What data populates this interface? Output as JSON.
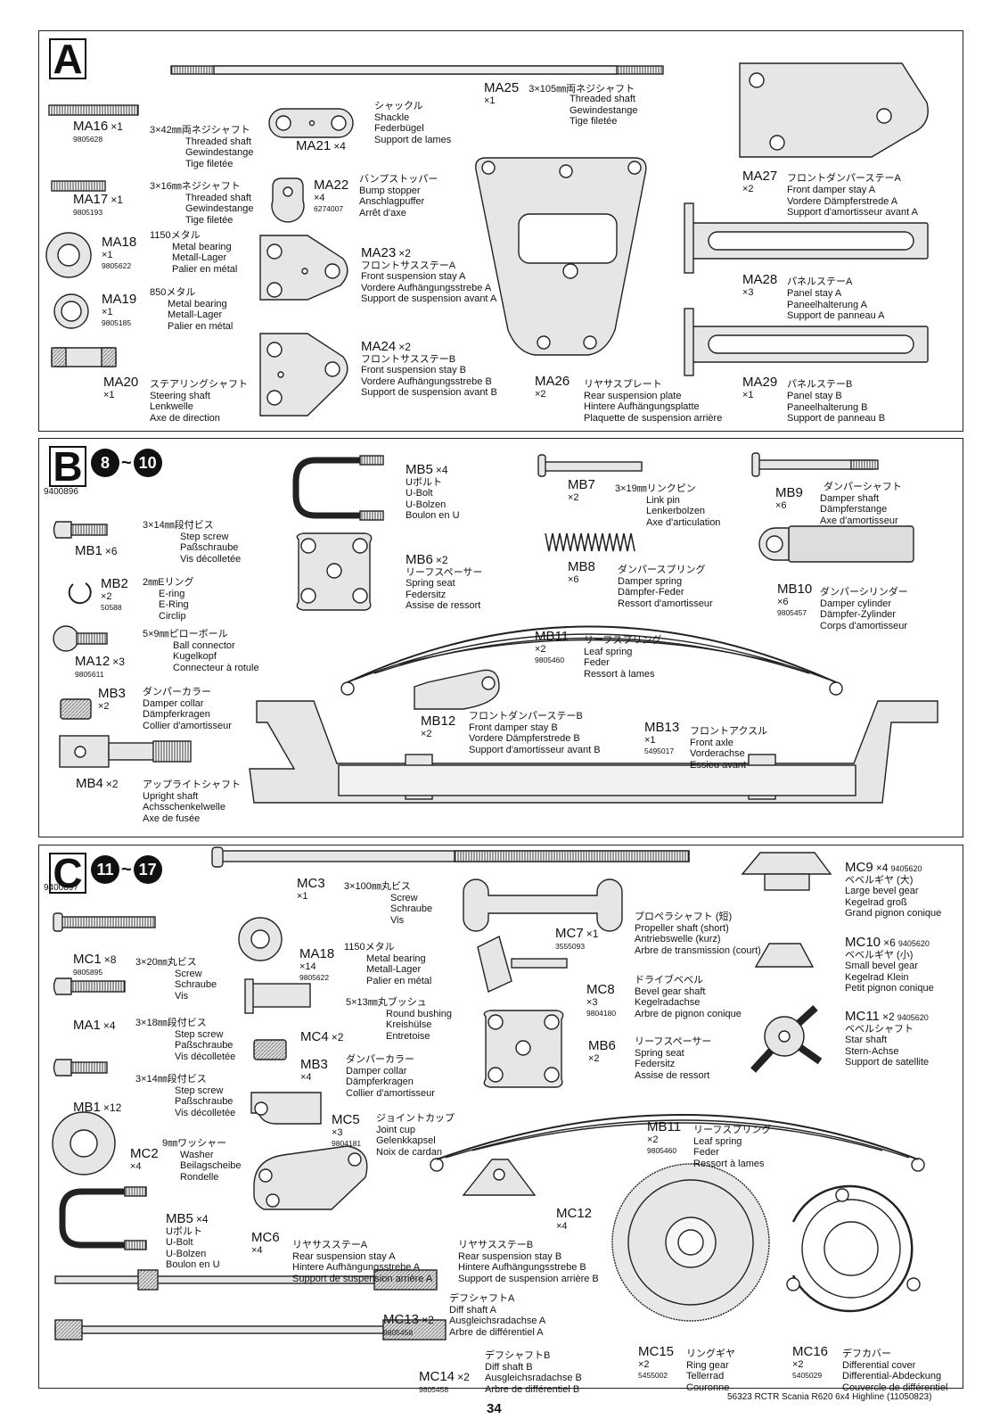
{
  "sections": {
    "A": {
      "letter": "A"
    },
    "B": {
      "letter": "B",
      "step_from": "8",
      "step_to": "10",
      "tilde": "~",
      "sku": "9400896"
    },
    "C": {
      "letter": "C",
      "step_from": "11",
      "step_to": "17",
      "tilde": "~",
      "sku": "9400897"
    }
  },
  "parts": {
    "MA25": {
      "code": "MA25",
      "qty": "×1",
      "jp": "3×105㎜両ネジシャフト",
      "en": "Threaded shaft",
      "de": "Gewindestange",
      "fr": "Tige filetée"
    },
    "MA16": {
      "code": "MA16",
      "qty": "×1",
      "pn": "9805628",
      "jp": "3×42㎜両ネジシャフト",
      "en": "Threaded shaft",
      "de": "Gewindestange",
      "fr": "Tige filetée"
    },
    "MA21": {
      "code": "MA21",
      "qty": "×4",
      "jp": "シャックル",
      "en": "Shackle",
      "de": "Federbügel",
      "fr": "Support de lames"
    },
    "MA27": {
      "code": "MA27",
      "qty": "×2",
      "jp": "フロントダンパーステーA",
      "en": "Front damper stay A",
      "de": "Vordere Dämpferstrede A",
      "fr": "Support d'amortisseur avant A"
    },
    "MA17": {
      "code": "MA17",
      "qty": "×1",
      "pn": "9805193",
      "jp": "3×16㎜ネジシャフト",
      "en": "Threaded shaft",
      "de": "Gewindestange",
      "fr": "Tige filetée"
    },
    "MA22": {
      "code": "MA22",
      "qty": "×4",
      "pn": "6274007",
      "jp": "バンプストッパー",
      "en": "Bump stopper",
      "de": "Anschlagpuffer",
      "fr": "Arrêt d'axe"
    },
    "MA18": {
      "code": "MA18",
      "qty": "×1",
      "pn": "9805622",
      "jp": "1150メタル",
      "en": "Metal bearing",
      "de": "Metall-Lager",
      "fr": "Palier en métal"
    },
    "MA23": {
      "code": "MA23",
      "qty": "×2",
      "jp": "フロントサスステーA",
      "en": "Front suspension stay A",
      "de": "Vordere Aufhängungsstrebe A",
      "fr": "Support de suspension avant A"
    },
    "MA28": {
      "code": "MA28",
      "qty": "×3",
      "jp": "パネルステーA",
      "en": "Panel stay A",
      "de": "Paneelhalterung A",
      "fr": "Support de panneau A"
    },
    "MA19": {
      "code": "MA19",
      "qty": "×1",
      "pn": "9805185",
      "jp": "850メタル",
      "en": "Metal bearing",
      "de": "Metall-Lager",
      "fr": "Palier en métal"
    },
    "MA24": {
      "code": "MA24",
      "qty": "×2",
      "jp": "フロントサスステーB",
      "en": "Front suspension stay B",
      "de": "Vordere Aufhängungsstrebe B",
      "fr": "Support de suspension avant B"
    },
    "MA20": {
      "code": "MA20",
      "qty": "×1",
      "jp": "ステアリングシャフト",
      "en": "Steering shaft",
      "de": "Lenkwelle",
      "fr": "Axe de direction"
    },
    "MA26": {
      "code": "MA26",
      "qty": "×2",
      "jp": "リヤサスプレート",
      "en": "Rear suspension plate",
      "de": "Hintere Aufhängungsplatte",
      "fr": "Plaquette de suspension arrière"
    },
    "MA29": {
      "code": "MA29",
      "qty": "×1",
      "jp": "パネルステーB",
      "en": "Panel stay B",
      "de": "Paneelhalterung B",
      "fr": "Support de panneau B"
    },
    "MB5": {
      "code": "MB5",
      "qty": "×4",
      "jp": "Uボルト",
      "en": "U-Bolt",
      "de": "U-Bolzen",
      "fr": "Boulon en U"
    },
    "MB7": {
      "code": "MB7",
      "qty": "×2",
      "jp": "3×19㎜リンクピン",
      "en": "Link pin",
      "de": "Lenkerbolzen",
      "fr": "Axe d'articulation"
    },
    "MB9": {
      "code": "MB9",
      "qty": "×6",
      "jp": "ダンパーシャフト",
      "en": "Damper shaft",
      "de": "Dämpferstange",
      "fr": "Axe d'amortisseur"
    },
    "MB1": {
      "code": "MB1",
      "qty": "×6",
      "jp": "3×14㎜段付ビス",
      "en": "Step screw",
      "de": "Paßschraube",
      "fr": "Vis décolletée"
    },
    "MB6": {
      "code": "MB6",
      "qty": "×2",
      "jp": "リーフスペーサー",
      "en": "Spring seat",
      "de": "Federsitz",
      "fr": "Assise de ressort"
    },
    "MB8": {
      "code": "MB8",
      "qty": "×6",
      "jp": "ダンパースプリング",
      "en": "Damper spring",
      "de": "Dämpfer-Feder",
      "fr": "Ressort d'amortisseur"
    },
    "MB2": {
      "code": "MB2",
      "qty": "×2",
      "pn": "50588",
      "jp": "2㎜Eリング",
      "en": "E-ring",
      "de": "E-Ring",
      "fr": "Circlip"
    },
    "MB10": {
      "code": "MB10",
      "qty": "×6",
      "pn": "9805457",
      "jp": "ダンパーシリンダー",
      "en": "Damper cylinder",
      "de": "Dämpfer-Zylinder",
      "fr": "Corps d'amortisseur"
    },
    "MA12": {
      "code": "MA12",
      "qty": "×3",
      "pn": "9805611",
      "jp": "5×9㎜ピローボール",
      "en": "Ball connector",
      "de": "Kugelkopf",
      "fr": "Connecteur à rotule"
    },
    "MB11": {
      "code": "MB11",
      "qty": "×2",
      "pn": "9805460",
      "jp": "リーフスプリング",
      "en": "Leaf spring",
      "de": "Feder",
      "fr": "Ressort à lames"
    },
    "MB3": {
      "code": "MB3",
      "qty": "×2",
      "jp": "ダンパーカラー",
      "en": "Damper collar",
      "de": "Dämpferkragen",
      "fr": "Collier d'amortisseur"
    },
    "MB12": {
      "code": "MB12",
      "qty": "×2",
      "jp": "フロントダンパーステーB",
      "en": "Front damper stay B",
      "de": "Vordere Dämpferstrede B",
      "fr": "Support d'amortisseur avant B"
    },
    "MB13": {
      "code": "MB13",
      "qty": "×1",
      "pn": "5495017",
      "jp": "フロントアクスル",
      "en": "Front axle",
      "de": "Vorderachse",
      "fr": "Essieu avant"
    },
    "MB4": {
      "code": "MB4",
      "qty": "×2",
      "jp": "アップライトシャフト",
      "en": "Upright shaft",
      "de": "Achsschenkelwelle",
      "fr": "Axe de fusée"
    },
    "MC3": {
      "code": "MC3",
      "qty": "×1",
      "jp": "3×100㎜丸ビス",
      "en": "Screw",
      "de": "Schraube",
      "fr": "Vis"
    },
    "MC9": {
      "code": "MC9",
      "qty": "×4",
      "pn": "9405620",
      "jp": "ベベルギヤ (大)",
      "en": "Large bevel gear",
      "de": "Kegelrad groß",
      "fr": "Grand pignon conique"
    },
    "MC7": {
      "code": "MC7",
      "qty": "×1",
      "pn": "3555093",
      "jp": "プロペラシャフト (短)",
      "en": "Propeller shaft (short)",
      "de": "Antriebswelle (kurz)",
      "fr": "Arbre de transmission (court)"
    },
    "MC1": {
      "code": "MC1",
      "qty": "×8",
      "pn": "9805895",
      "jp": "3×20㎜丸ビス",
      "en": "Screw",
      "de": "Schraube",
      "fr": "Vis"
    },
    "MC_MA18": {
      "code": "MA18",
      "qty": "×14",
      "pn": "9805622",
      "jp": "1150メタル",
      "en": "Metal bearing",
      "de": "Metall-Lager",
      "fr": "Palier en métal"
    },
    "MC10": {
      "code": "MC10",
      "qty": "×6",
      "pn": "9405620",
      "jp": "ベベルギヤ (小)",
      "en": "Small bevel gear",
      "de": "Kegelrad Klein",
      "fr": "Petit pignon conique"
    },
    "MC8": {
      "code": "MC8",
      "qty": "×3",
      "pn": "9804180",
      "jp": "ドライブベベル",
      "en": "Bevel gear shaft",
      "de": "Kegelradachse",
      "fr": "Arbre de pignon conique"
    },
    "MA1": {
      "code": "MA1",
      "qty": "×4",
      "jp": "3×18㎜段付ビス",
      "en": "Step screw",
      "de": "Paßschraube",
      "fr": "Vis décolletée"
    },
    "MC4": {
      "code": "MC4",
      "qty": "×2",
      "jp": "5×13㎜丸ブッシュ",
      "en": "Round bushing",
      "de": "Kreishülse",
      "fr": "Entretoise"
    },
    "MC11": {
      "code": "MC11",
      "qty": "×2",
      "pn": "9405620",
      "jp": "ベベルシャフト",
      "en": "Star shaft",
      "de": "Stern-Achse",
      "fr": "Support de satellite"
    },
    "MC_MB6": {
      "code": "MB6",
      "qty": "×2",
      "jp": "リーフスペーサー",
      "en": "Spring seat",
      "de": "Federsitz",
      "fr": "Assise de ressort"
    },
    "MC_MB3": {
      "code": "MB3",
      "qty": "×4",
      "jp": "ダンパーカラー",
      "en": "Damper collar",
      "de": "Dämpferkragen",
      "fr": "Collier d'amortisseur"
    },
    "MC_MB1": {
      "code": "MB1",
      "qty": "×12",
      "jp": "3×14㎜段付ビス",
      "en": "Step screw",
      "de": "Paßschraube",
      "fr": "Vis décolletée"
    },
    "MC5": {
      "code": "MC5",
      "qty": "×3",
      "pn": "9804181",
      "jp": "ジョイントカップ",
      "en": "Joint cup",
      "de": "Gelenkkapsel",
      "fr": "Noix de cardan"
    },
    "MC2": {
      "code": "MC2",
      "qty": "×4",
      "jp": "9㎜ワッシャー",
      "en": "Washer",
      "de": "Beilagscheibe",
      "fr": "Rondelle"
    },
    "MC_MB11": {
      "code": "MB11",
      "qty": "×2",
      "pn": "9805460",
      "jp": "リーフスプリング",
      "en": "Leaf spring",
      "de": "Feder",
      "fr": "Ressort à lames"
    },
    "MC_MB5": {
      "code": "MB5",
      "qty": "×4",
      "jp": "Uボルト",
      "en": "U-Bolt",
      "de": "U-Bolzen",
      "fr": "Boulon en U"
    },
    "MC12": {
      "code": "MC12",
      "qty": "×4",
      "jp": "リヤサスステーB",
      "en": "Rear suspension stay B",
      "de": "Hintere Aufhängungsstrebe B",
      "fr": "Support de suspension arrière B"
    },
    "MC6": {
      "code": "MC6",
      "qty": "×4",
      "jp": "リヤサスステーA",
      "en": "Rear suspension stay A",
      "de": "Hintere Aufhängungsstrebe A",
      "fr": "Support de suspension arrière A"
    },
    "MC13": {
      "code": "MC13",
      "qty": "×2",
      "pn": "9805458",
      "jp": "デフシャフトA",
      "en": "Diff shaft A",
      "de": "Ausgleichsradachse A",
      "fr": "Arbre de différentiel A"
    },
    "MC14": {
      "code": "MC14",
      "qty": "×2",
      "pn": "9805458",
      "jp": "デフシャフトB",
      "en": "Diff shaft B",
      "de": "Ausgleichsradachse B",
      "fr": "Arbre de différentiel B"
    },
    "MC15": {
      "code": "MC15",
      "qty": "×2",
      "pn": "5455002",
      "jp": "リングギヤ",
      "en": "Ring gear",
      "de": "Tellerrad",
      "fr": "Couronne"
    },
    "MC16": {
      "code": "MC16",
      "qty": "×2",
      "pn": "5405029",
      "jp": "デフカバー",
      "en": "Differential cover",
      "de": "Differential-Abdeckung",
      "fr": "Couvercle de différentiel"
    }
  },
  "footer": {
    "page_number": "34",
    "product": "56323 RCTR Scania R620 6x4 Highline (11050823)"
  }
}
